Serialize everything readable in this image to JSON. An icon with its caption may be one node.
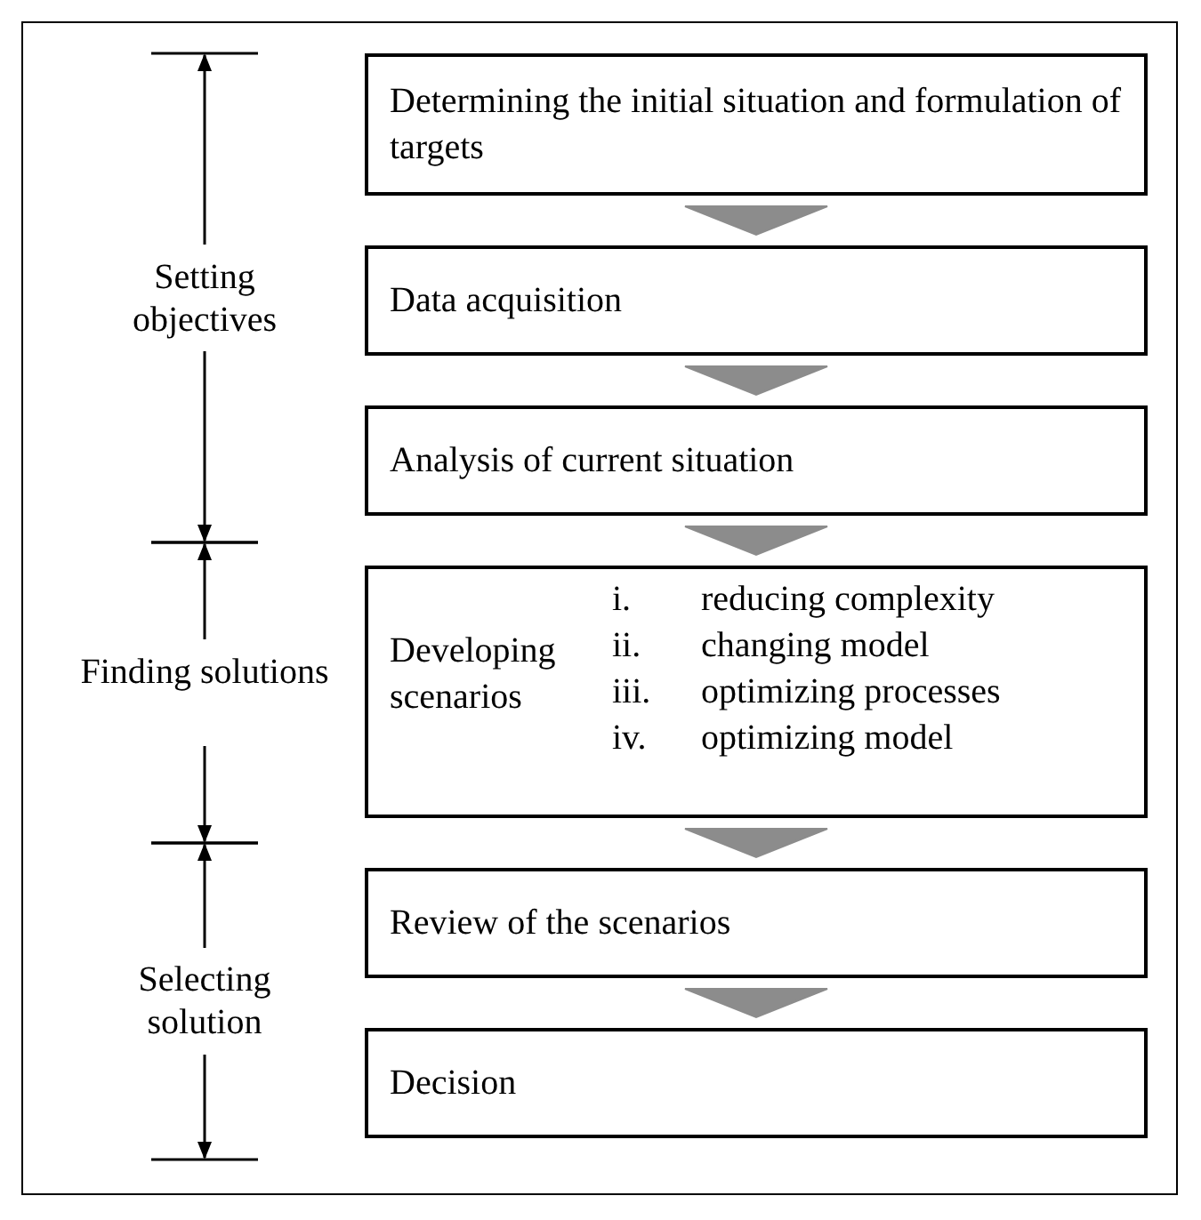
{
  "diagram": {
    "nodes": [
      {
        "text": [
          "Determining the initial situation and formulation of targets"
        ]
      },
      {
        "text": [
          "Data acquisition"
        ]
      },
      {
        "text": [
          "Analysis of current situation"
        ]
      },
      {
        "text": [
          "Developing scenarios",
          "i.",
          "reducing complexity",
          "ii.",
          "changing model",
          "iii.",
          "optimizing processes",
          "iv.",
          "optimizing model"
        ]
      },
      {
        "text": [
          "Review of the scenarios"
        ]
      },
      {
        "text": [
          "Decision"
        ]
      }
    ],
    "edges": [
      {
        "from": 0,
        "to": 1,
        "arrow": "to"
      },
      {
        "from": 1,
        "to": 2,
        "arrow": "to"
      },
      {
        "from": 2,
        "to": 3,
        "arrow": "to"
      },
      {
        "from": 3,
        "to": 4,
        "arrow": "to"
      },
      {
        "from": 4,
        "to": 5,
        "arrow": "to"
      }
    ],
    "labels": [
      "Setting objectives",
      "Finding solutions",
      "Selecting solution"
    ]
  }
}
